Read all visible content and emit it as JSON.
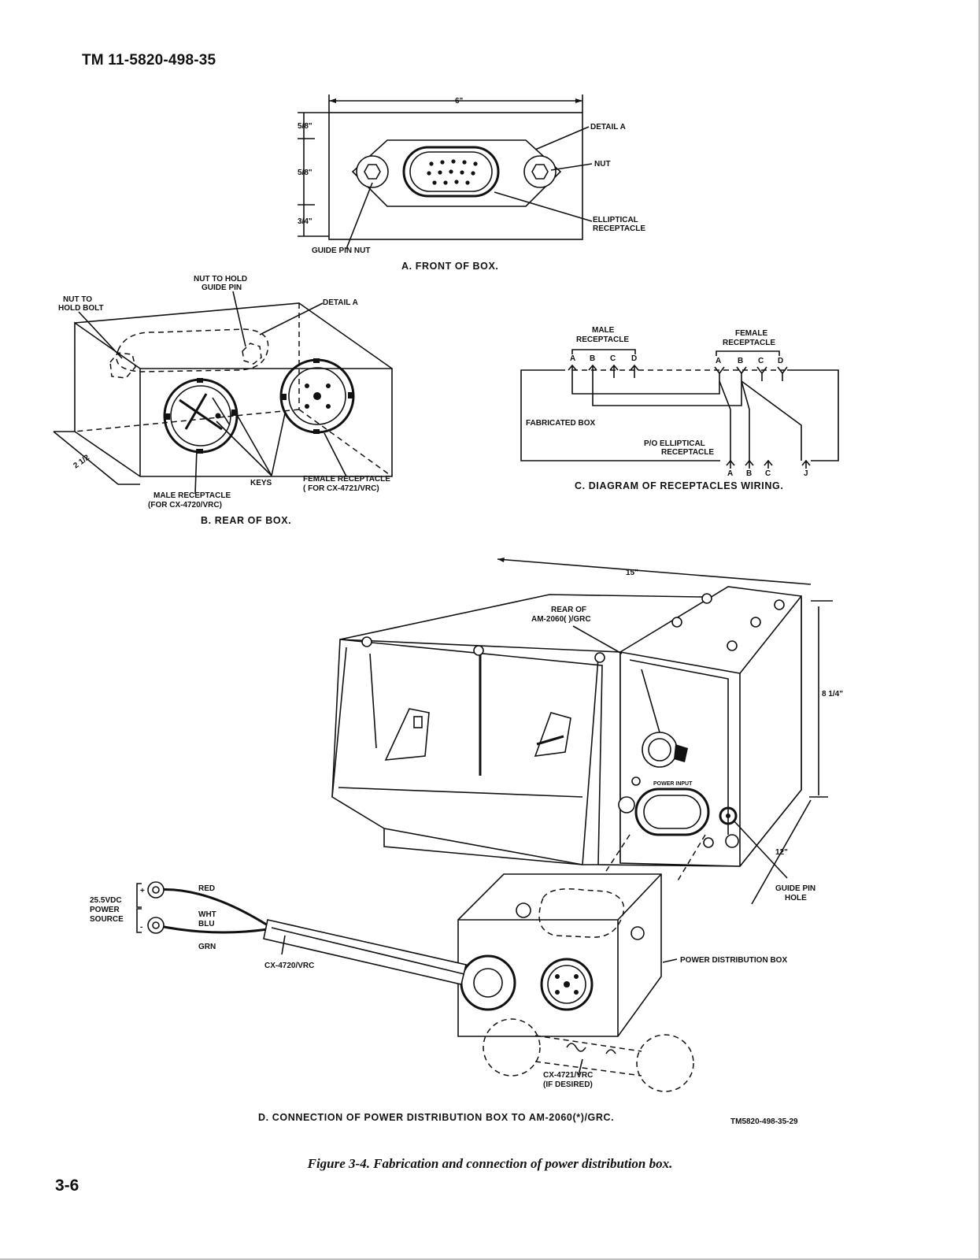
{
  "page": {
    "header": "TM 11-5820-498-35",
    "page_number": "3-6",
    "figure_caption": "Figure 3-4. Fabrication and connection of power distribution box."
  },
  "panel_a": {
    "title": "A. FRONT OF BOX.",
    "dim_width": "6\"",
    "dim_top": "5/8\"",
    "dim_mid": "5/8\"",
    "dim_bottom": "3/4\"",
    "label_detail_a": "DETAIL A",
    "label_nut": "NUT",
    "label_elliptical_1": "ELLIPTICAL",
    "label_elliptical_2": "RECEPTACLE",
    "label_guide_pin_nut": "GUIDE PIN NUT"
  },
  "panel_b": {
    "title": "B. REAR OF BOX.",
    "label_nut_bolt_1": "NUT TO",
    "label_nut_bolt_2": "HOLD BOLT",
    "label_nut_guide_1": "NUT TO HOLD",
    "label_nut_guide_2": "GUIDE PIN",
    "label_detail_a": "DETAIL A",
    "label_keys": "KEYS",
    "label_male_1": "MALE RECEPTACLE",
    "label_male_2": "(FOR CX-4720/VRC)",
    "label_female_1": "FEMALE RECEPTACLE",
    "label_female_2": "( FOR CX-4721/VRC)",
    "dim_depth": "2 1/2"
  },
  "panel_c": {
    "title": "C. DIAGRAM OF RECEPTACLES WIRING.",
    "label_male_1": "MALE",
    "label_male_2": "RECEPTACLE",
    "label_female_1": "FEMALE",
    "label_female_2": "RECEPTACLE",
    "pins": [
      "A",
      "B",
      "C",
      "D"
    ],
    "label_fabricated": "FABRICATED BOX",
    "label_po_1": "P/O ELLIPTICAL",
    "label_po_2": "RECEPTACLE",
    "bottom_pins": [
      "A",
      "B",
      "C",
      "J"
    ]
  },
  "panel_d": {
    "title": "D. CONNECTION OF POWER DISTRIBUTION BOX TO AM-2060(*)/GRC.",
    "label_rear_1": "REAR OF",
    "label_rear_2": "AM-2060( )/GRC",
    "dim_length": "15\"",
    "dim_height": "8 1/4\"",
    "dim_depth": "12\"",
    "label_power_input": "POWER INPUT",
    "label_guide_pin_1": "GUIDE PIN",
    "label_guide_pin_2": "HOLE",
    "label_power_box": "POWER DISTRIBUTION BOX",
    "label_source_1": "25.5VDC",
    "label_source_2": "POWER",
    "label_source_3": "SOURCE",
    "plus": "+",
    "minus": "-",
    "wire_red": "RED",
    "wire_wht": "WHT",
    "wire_blu": "BLU",
    "wire_grn": "GRN",
    "label_cx4720": "CX-4720/VRC",
    "label_cx4721_1": "CX-4721/VRC",
    "label_cx4721_2": "(IF DESIRED)"
  },
  "ref_code": "TM5820-498-35-29"
}
